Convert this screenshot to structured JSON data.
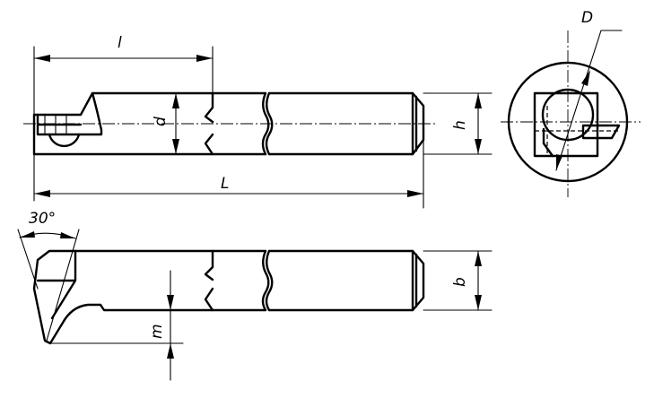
{
  "labels": {
    "l": "l",
    "L": "L",
    "d": "d",
    "h": "h",
    "D": "D",
    "b": "b",
    "m": "m",
    "angle": "30°"
  }
}
